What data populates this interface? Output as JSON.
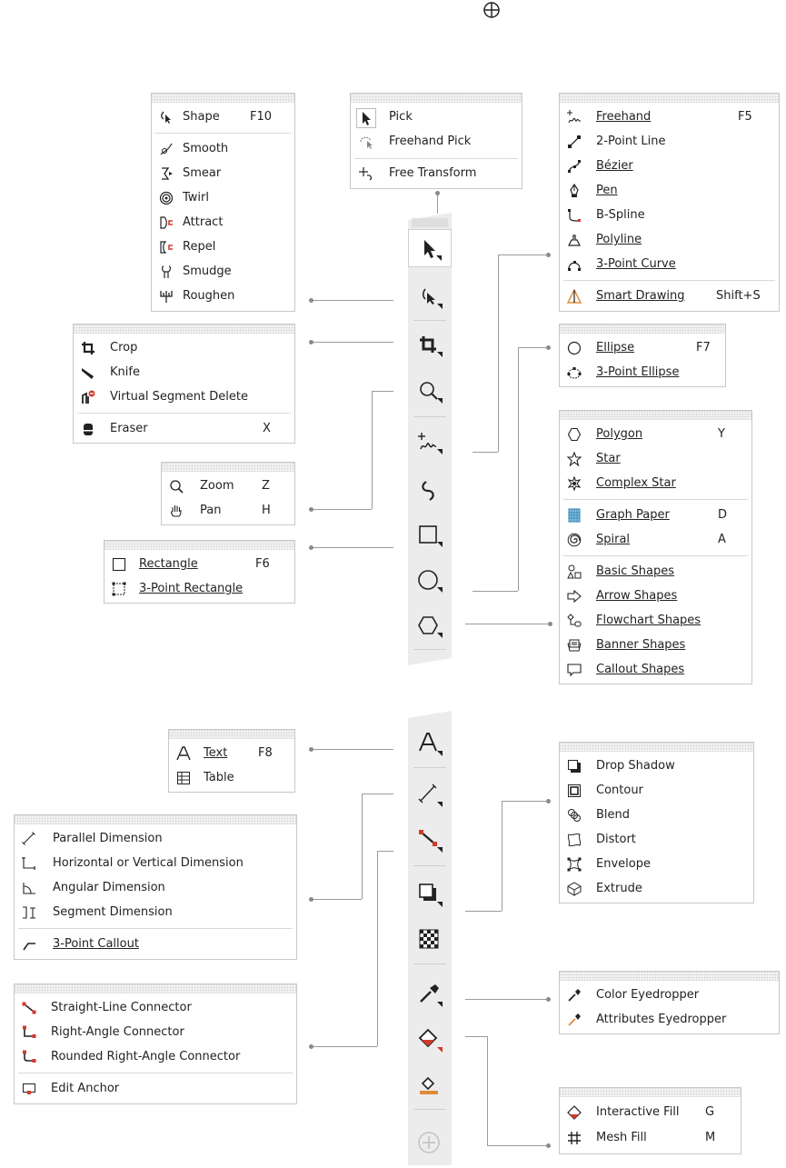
{
  "top_icon": "crosshair-circle-icon",
  "menus": {
    "shape": {
      "items": [
        {
          "icon": "shape-tool-icon",
          "label": "Shape",
          "key": "F10"
        },
        {
          "icon": "smooth-icon",
          "label": "Smooth",
          "key": ""
        },
        {
          "icon": "smear-icon",
          "label": "Smear",
          "key": ""
        },
        {
          "icon": "twirl-icon",
          "label": "Twirl",
          "key": ""
        },
        {
          "icon": "attract-icon",
          "label": "Attract",
          "key": ""
        },
        {
          "icon": "repel-icon",
          "label": "Repel",
          "key": ""
        },
        {
          "icon": "smudge-icon",
          "label": "Smudge",
          "key": ""
        },
        {
          "icon": "roughen-icon",
          "label": "Roughen",
          "key": ""
        }
      ]
    },
    "pick": {
      "items": [
        {
          "icon": "pick-arrow-icon",
          "label": "Pick"
        },
        {
          "icon": "freehand-pick-icon",
          "label": "Freehand Pick"
        },
        {
          "icon": "free-transform-icon",
          "label": "Free Transform"
        }
      ]
    },
    "curve": {
      "items": [
        {
          "icon": "freehand-icon",
          "label": "Freehand",
          "key": "F5"
        },
        {
          "icon": "two-point-line-icon",
          "label": "2-Point Line",
          "key": ""
        },
        {
          "icon": "bezier-icon",
          "label": "Bézier",
          "key": ""
        },
        {
          "icon": "pen-icon",
          "label": "Pen",
          "key": ""
        },
        {
          "icon": "b-spline-icon",
          "label": "B-Spline",
          "key": ""
        },
        {
          "icon": "polyline-icon",
          "label": "Polyline",
          "key": ""
        },
        {
          "icon": "three-point-curve-icon",
          "label": "3-Point Curve",
          "key": ""
        },
        {
          "icon": "smart-drawing-icon",
          "label": "Smart Drawing",
          "key": "Shift+S"
        }
      ]
    },
    "crop": {
      "items": [
        {
          "icon": "crop-icon",
          "label": "Crop",
          "key": ""
        },
        {
          "icon": "knife-icon",
          "label": "Knife",
          "key": ""
        },
        {
          "icon": "virtual-segment-delete-icon",
          "label": "Virtual Segment Delete",
          "key": ""
        },
        {
          "icon": "eraser-icon",
          "label": "Eraser",
          "key": "X"
        }
      ]
    },
    "zoom": {
      "items": [
        {
          "icon": "zoom-icon",
          "label": "Zoom",
          "key": "Z"
        },
        {
          "icon": "pan-hand-icon",
          "label": "Pan",
          "key": "H"
        }
      ]
    },
    "rectangle": {
      "items": [
        {
          "icon": "rectangle-icon",
          "label": "Rectangle",
          "key": "F6"
        },
        {
          "icon": "three-point-rectangle-icon",
          "label": "3-Point Rectangle",
          "key": ""
        }
      ]
    },
    "ellipse": {
      "items": [
        {
          "icon": "ellipse-icon",
          "label": "Ellipse",
          "key": "F7"
        },
        {
          "icon": "three-point-ellipse-icon",
          "label": "3-Point Ellipse",
          "key": ""
        }
      ]
    },
    "polygon": {
      "items": [
        {
          "icon": "polygon-icon",
          "label": "Polygon",
          "key": "Y"
        },
        {
          "icon": "star-icon",
          "label": "Star",
          "key": ""
        },
        {
          "icon": "complex-star-icon",
          "label": "Complex Star",
          "key": ""
        },
        {
          "icon": "graph-paper-icon",
          "label": "Graph Paper",
          "key": "D"
        },
        {
          "icon": "spiral-icon",
          "label": "Spiral",
          "key": "A"
        },
        {
          "icon": "basic-shapes-icon",
          "label": "Basic Shapes",
          "key": ""
        },
        {
          "icon": "arrow-shapes-icon",
          "label": "Arrow Shapes",
          "key": ""
        },
        {
          "icon": "flowchart-shapes-icon",
          "label": "Flowchart Shapes",
          "key": ""
        },
        {
          "icon": "banner-shapes-icon",
          "label": "Banner Shapes",
          "key": ""
        },
        {
          "icon": "callout-shapes-icon",
          "label": "Callout Shapes",
          "key": ""
        }
      ]
    },
    "text": {
      "items": [
        {
          "icon": "text-icon",
          "label": "Text",
          "key": "F8"
        },
        {
          "icon": "table-icon",
          "label": "Table",
          "key": ""
        }
      ]
    },
    "effects": {
      "items": [
        {
          "icon": "drop-shadow-icon",
          "label": "Drop Shadow"
        },
        {
          "icon": "contour-icon",
          "label": "Contour"
        },
        {
          "icon": "blend-icon",
          "label": "Blend"
        },
        {
          "icon": "distort-icon",
          "label": "Distort"
        },
        {
          "icon": "envelope-icon",
          "label": "Envelope"
        },
        {
          "icon": "extrude-icon",
          "label": "Extrude"
        }
      ]
    },
    "dimension": {
      "items": [
        {
          "icon": "parallel-dimension-icon",
          "label": "Parallel Dimension"
        },
        {
          "icon": "horizontal-vertical-dimension-icon",
          "label": "Horizontal or Vertical Dimension"
        },
        {
          "icon": "angular-dimension-icon",
          "label": "Angular Dimension"
        },
        {
          "icon": "segment-dimension-icon",
          "label": "Segment Dimension"
        },
        {
          "icon": "three-point-callout-icon",
          "label": "3-Point Callout"
        }
      ]
    },
    "connector": {
      "items": [
        {
          "icon": "straight-line-connector-icon",
          "label": "Straight-Line Connector"
        },
        {
          "icon": "right-angle-connector-icon",
          "label": "Right-Angle Connector"
        },
        {
          "icon": "rounded-right-angle-connector-icon",
          "label": "Rounded Right-Angle Connector"
        },
        {
          "icon": "edit-anchor-icon",
          "label": "Edit Anchor"
        }
      ]
    },
    "eyedropper": {
      "items": [
        {
          "icon": "color-eyedropper-icon",
          "label": "Color Eyedropper"
        },
        {
          "icon": "attributes-eyedropper-icon",
          "label": "Attributes Eyedropper"
        }
      ]
    },
    "fill": {
      "items": [
        {
          "icon": "interactive-fill-icon",
          "label": "Interactive Fill",
          "key": "G"
        },
        {
          "icon": "mesh-fill-icon",
          "label": "Mesh Fill",
          "key": "M"
        }
      ]
    }
  },
  "colors": {
    "accent_red": "#d23a2a",
    "icon_dark": "#222222",
    "connector": "#9a9a9a"
  }
}
